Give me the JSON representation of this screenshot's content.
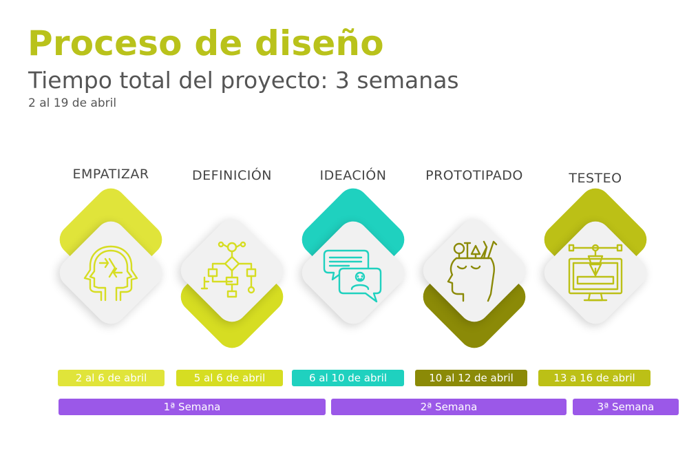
{
  "header": {
    "title": "Proceso de diseño",
    "subtitle": "Tiempo total del proyecto: 3 semanas",
    "date_range": "2 al 19 de abril"
  },
  "phases": [
    {
      "label": "EMPATIZAR",
      "dates": "2 al 6 de abril",
      "color": "#e0e43a",
      "icon": "head-arrows-icon"
    },
    {
      "label": "DEFINICIÓN",
      "dates": "5 al 6 de abril",
      "color": "#d6dd22",
      "icon": "flowchart-icon"
    },
    {
      "label": "IDEACIÓN",
      "dates": "6 al 10 de abril",
      "color": "#1fd1bf",
      "icon": "chat-bubbles-icon"
    },
    {
      "label": "PROTOTIPADO",
      "dates": "10 al 12 de abril",
      "color": "#8b8a07",
      "icon": "head-tools-icon"
    },
    {
      "label": "TESTEO",
      "dates": "13 a 16 de abril",
      "color": "#bcc016",
      "icon": "monitor-pen-icon"
    }
  ],
  "weeks": [
    {
      "label": "1ª Semana"
    },
    {
      "label": "2ª Semana"
    },
    {
      "label": "3ª Semana"
    }
  ],
  "colors": {
    "title": "#b9c21b",
    "text": "#555555",
    "week_bar": "#9b58e8",
    "tile": "#f1f1f1"
  }
}
